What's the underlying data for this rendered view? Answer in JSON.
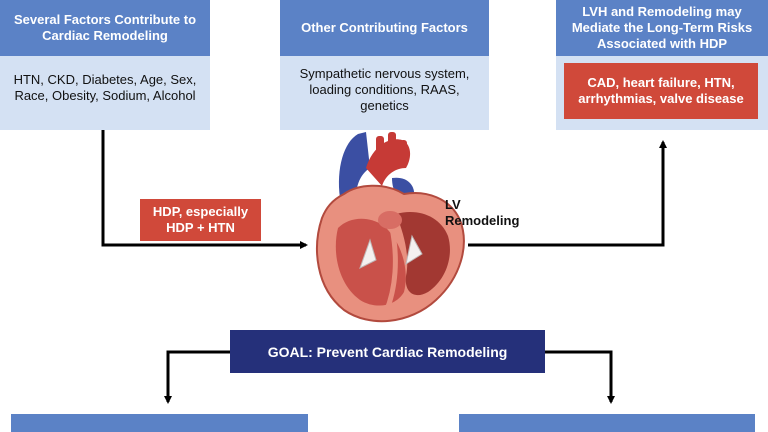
{
  "factors": {
    "title": "Several Factors Contribute to Cardiac Remodeling",
    "text": "HTN, CKD, Diabetes, Age, Sex, Race, Obesity, Sodium, Alcohol"
  },
  "other": {
    "title": "Other Contributing Factors",
    "text": "Sympathetic nervous system, loading conditions, RAAS, genetics"
  },
  "lvh": {
    "title": "LVH and Remodeling may Mediate the Long-Term Risks Associated with HDP",
    "outcomes": "CAD, heart failure, HTN, arrhythmias, valve disease"
  },
  "hdp": {
    "label": "HDP, especially HDP + HTN"
  },
  "lv": {
    "label": "LV Remodeling"
  },
  "goal": {
    "label": "GOAL: Prevent Cardiac Remodeling"
  },
  "colors": {
    "header_blue": "#5b82c6",
    "body_blue": "#d4e1f3",
    "accent_red": "#d0493a",
    "goal_navy": "#25307a"
  }
}
